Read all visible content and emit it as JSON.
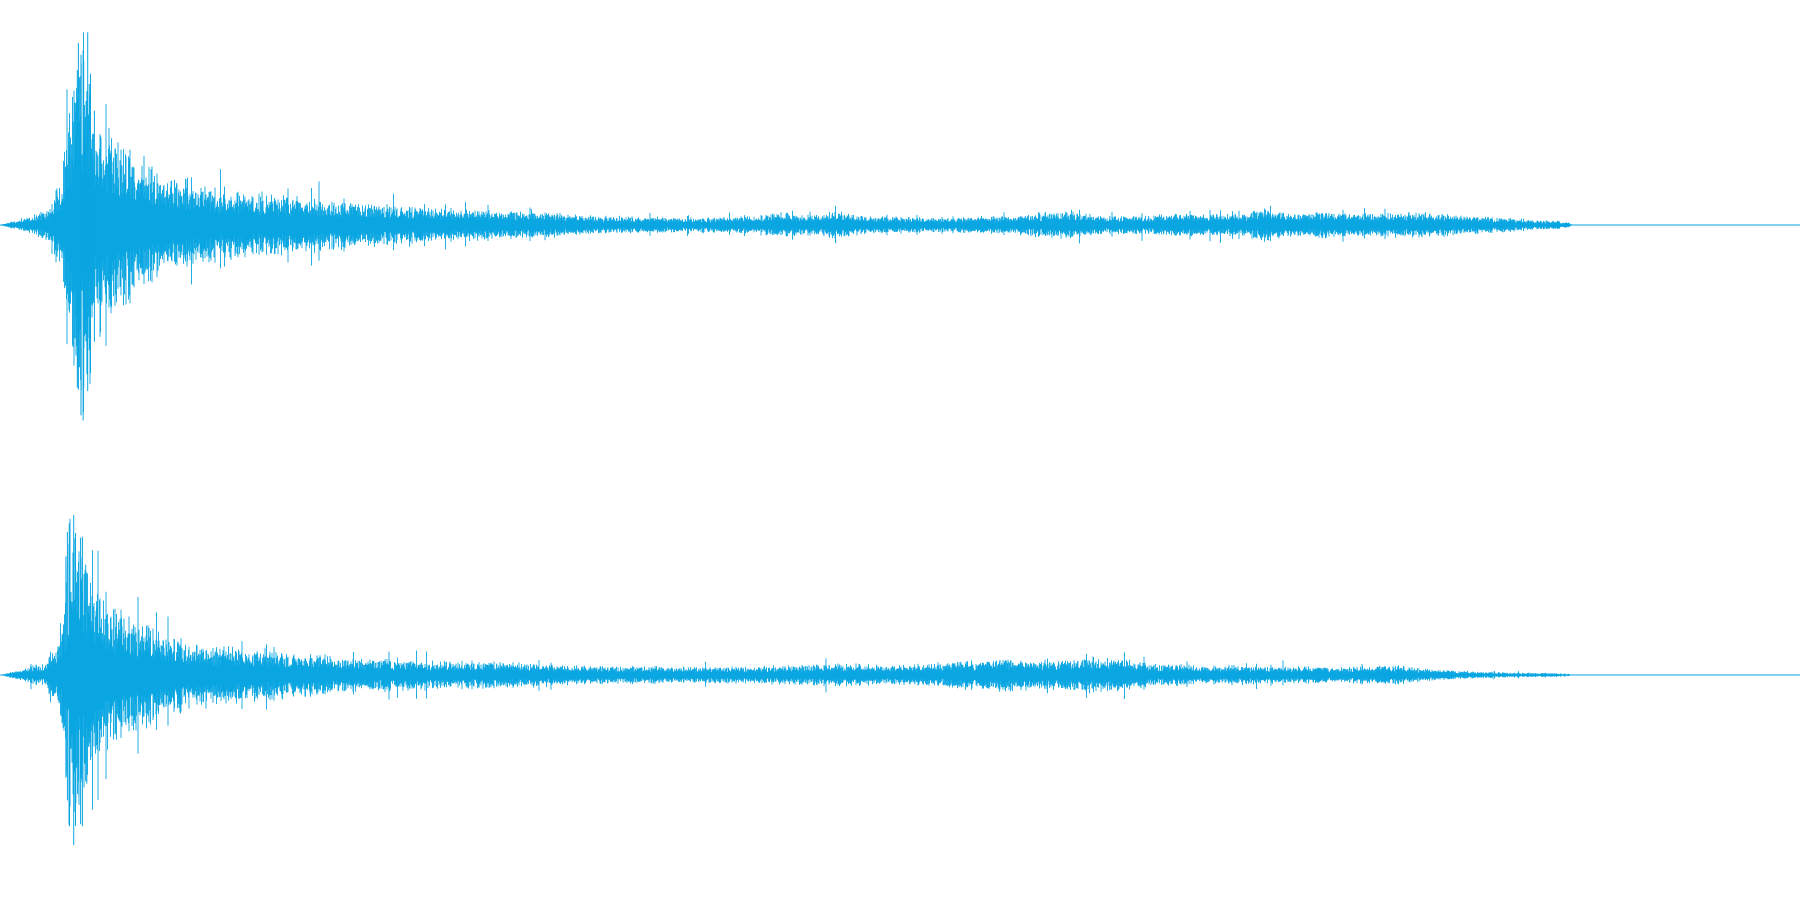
{
  "waveform": {
    "color": "#0aa6e2",
    "background": "#ffffff",
    "channel_count": 2,
    "duration_fraction_with_signal": 0.87,
    "channels": [
      {
        "name": "",
        "peak_position_fraction": 0.045,
        "envelope": [
          [
            0.0,
            0.0
          ],
          [
            0.01,
            0.03
          ],
          [
            0.025,
            0.08
          ],
          [
            0.034,
            0.25
          ],
          [
            0.04,
            0.7
          ],
          [
            0.043,
            0.98
          ],
          [
            0.046,
            0.8
          ],
          [
            0.052,
            0.6
          ],
          [
            0.06,
            0.55
          ],
          [
            0.075,
            0.45
          ],
          [
            0.085,
            0.32
          ],
          [
            0.1,
            0.25
          ],
          [
            0.13,
            0.18
          ],
          [
            0.17,
            0.15
          ],
          [
            0.2,
            0.12
          ],
          [
            0.25,
            0.09
          ],
          [
            0.3,
            0.07
          ],
          [
            0.33,
            0.05
          ],
          [
            0.38,
            0.04
          ],
          [
            0.42,
            0.05
          ],
          [
            0.435,
            0.07
          ],
          [
            0.45,
            0.05
          ],
          [
            0.465,
            0.08
          ],
          [
            0.48,
            0.05
          ],
          [
            0.52,
            0.04
          ],
          [
            0.56,
            0.05
          ],
          [
            0.595,
            0.08
          ],
          [
            0.61,
            0.05
          ],
          [
            0.63,
            0.05
          ],
          [
            0.65,
            0.06
          ],
          [
            0.69,
            0.06
          ],
          [
            0.7,
            0.09
          ],
          [
            0.72,
            0.06
          ],
          [
            0.735,
            0.07
          ],
          [
            0.76,
            0.06
          ],
          [
            0.79,
            0.07
          ],
          [
            0.82,
            0.05
          ],
          [
            0.85,
            0.03
          ],
          [
            0.87,
            0.02
          ],
          [
            0.875,
            0.0
          ],
          [
            1.0,
            0.0
          ]
        ]
      },
      {
        "name": "",
        "peak_position_fraction": 0.041,
        "envelope": [
          [
            0.0,
            0.0
          ],
          [
            0.01,
            0.03
          ],
          [
            0.025,
            0.08
          ],
          [
            0.034,
            0.25
          ],
          [
            0.038,
            0.6
          ],
          [
            0.041,
            1.0
          ],
          [
            0.045,
            0.75
          ],
          [
            0.052,
            0.55
          ],
          [
            0.06,
            0.45
          ],
          [
            0.075,
            0.35
          ],
          [
            0.09,
            0.25
          ],
          [
            0.11,
            0.2
          ],
          [
            0.15,
            0.15
          ],
          [
            0.2,
            0.1
          ],
          [
            0.24,
            0.09
          ],
          [
            0.28,
            0.08
          ],
          [
            0.33,
            0.06
          ],
          [
            0.38,
            0.05
          ],
          [
            0.4,
            0.05
          ],
          [
            0.44,
            0.06
          ],
          [
            0.47,
            0.07
          ],
          [
            0.5,
            0.06
          ],
          [
            0.54,
            0.09
          ],
          [
            0.56,
            0.1
          ],
          [
            0.59,
            0.09
          ],
          [
            0.605,
            0.11
          ],
          [
            0.62,
            0.1
          ],
          [
            0.64,
            0.07
          ],
          [
            0.67,
            0.06
          ],
          [
            0.69,
            0.06
          ],
          [
            0.72,
            0.05
          ],
          [
            0.75,
            0.05
          ],
          [
            0.775,
            0.06
          ],
          [
            0.79,
            0.04
          ],
          [
            0.82,
            0.02
          ],
          [
            0.87,
            0.01
          ],
          [
            0.875,
            0.0
          ],
          [
            1.0,
            0.0
          ]
        ]
      }
    ]
  }
}
